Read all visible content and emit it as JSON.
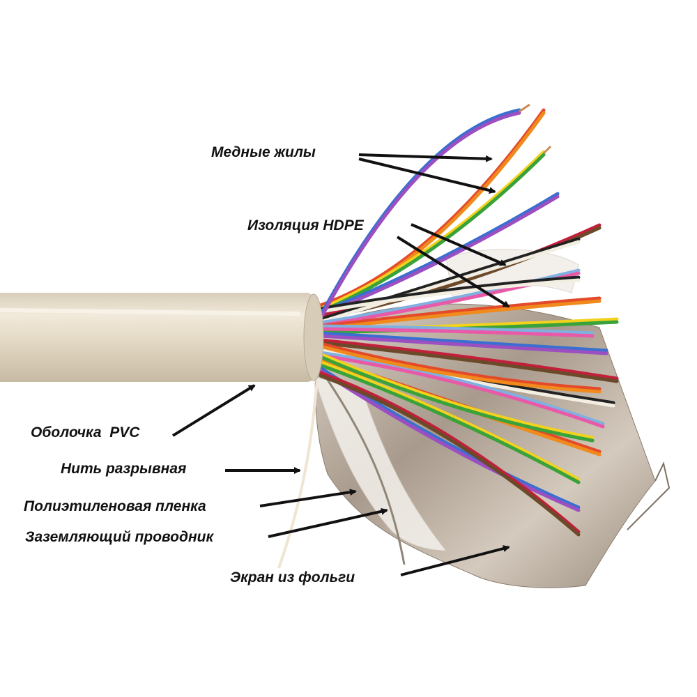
{
  "labels": {
    "copper": "Медные жилы",
    "insulation": "Изоляция HDPE",
    "sheath": "Оболочка  PVC",
    "ripcord": "Нить разрывная",
    "film": "Полиэтиленовая пленка",
    "drain": "Заземляющий проводник",
    "foil": "Экран из фольги"
  },
  "colors": {
    "sheath": "#e6dccb",
    "foil": "#b9aca0",
    "label_text": "#111111",
    "arrow": "#111111",
    "wires": [
      "#e34a2a",
      "#f08a1c",
      "#f2d21d",
      "#3aa23a",
      "#3a6fd0",
      "#9b4fc0",
      "#c21f3a",
      "#6b4a2a",
      "#222222",
      "#f3eee2",
      "#7fb0e0",
      "#e85aa8"
    ]
  }
}
